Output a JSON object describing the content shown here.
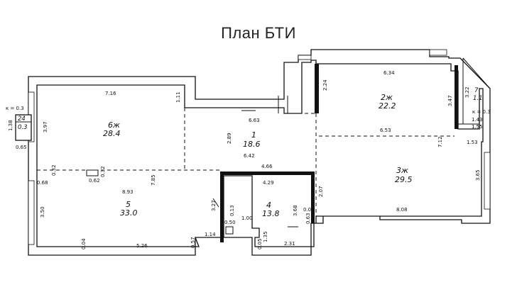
{
  "title": "План БТИ",
  "rooms": [
    {
      "id": "6ж",
      "area": "28.4"
    },
    {
      "id": "1",
      "area": "18.6"
    },
    {
      "id": "2ж",
      "area": "22.2"
    },
    {
      "id": "3ж",
      "area": "29.5"
    },
    {
      "id": "5",
      "area": "33.0"
    },
    {
      "id": "4",
      "area": "13.8"
    },
    {
      "id": "7",
      "area": "1.1"
    },
    {
      "id": "24",
      "area": "0.3"
    }
  ],
  "dimensions": [
    "7.16",
    "1.11",
    "6.63",
    "6.34",
    "2.24",
    "3.47",
    "3.22",
    "1.43",
    "1.55",
    "6.53",
    "7.12",
    "1.53",
    "2.89",
    "6.42",
    "4.66",
    "4.29",
    "3.97",
    "1.38",
    "0.65",
    "0.32",
    "0.68",
    "0.62",
    "0.32",
    "8.93",
    "7.85",
    "3.27",
    "0.13",
    "0.50",
    "1.00",
    "3.68",
    "0.03",
    "2.07",
    "3.65",
    "8.08",
    "0.63",
    "3.50",
    "1.14",
    "0.04",
    "5.26",
    "0.57",
    "0.05",
    "1.35",
    "2.31"
  ],
  "notes": {
    "k_left": "к = 0.3",
    "k_right": "к = 0.3"
  }
}
